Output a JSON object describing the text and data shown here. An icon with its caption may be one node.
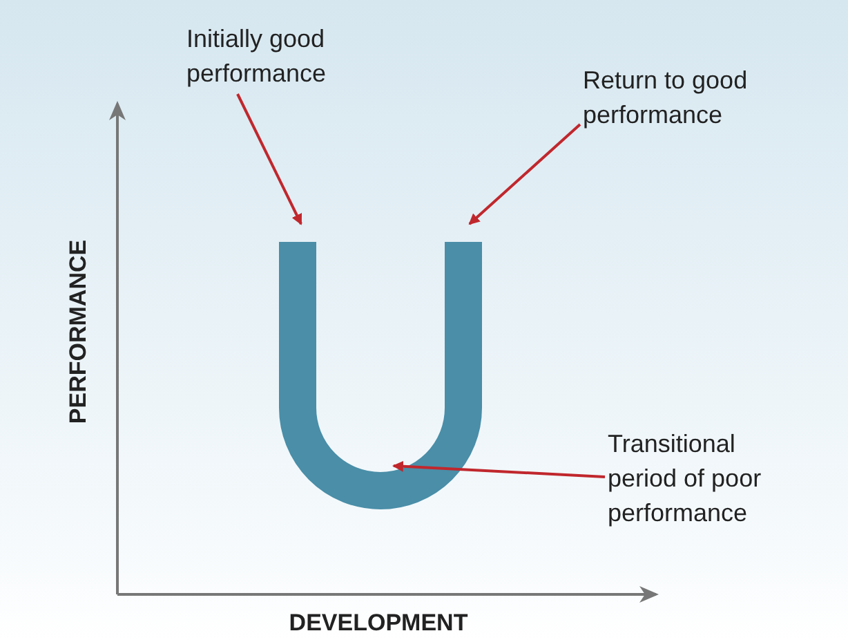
{
  "diagram": {
    "nodes": [
      {
        "text": [
          "Initially good performance"
        ]
      },
      {
        "text": [
          "Return to good performance"
        ]
      },
      {
        "text": [
          "Transitional period of poor performance"
        ]
      },
      {
        "text": [],
        "shape": "picture"
      }
    ],
    "edges": [
      {
        "from": 0,
        "to": 3,
        "arrow": "to"
      },
      {
        "from": 1,
        "to": 3,
        "arrow": "to"
      },
      {
        "from": 2,
        "to": 3,
        "arrow": "to"
      }
    ],
    "labels": [
      "PERFORMANCE",
      "DEVELOPMENT"
    ]
  }
}
